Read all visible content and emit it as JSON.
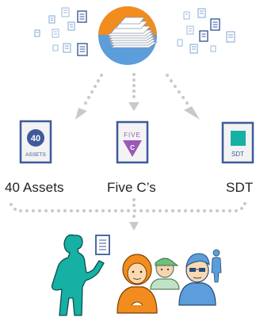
{
  "frameworks": [
    {
      "id": "forty-assets",
      "label": "40 Assets",
      "icon_number": "40",
      "icon_caption": "ASSETS"
    },
    {
      "id": "five-cs",
      "label": "Five C’s",
      "icon_title": "FIVE",
      "icon_letter": "C"
    },
    {
      "id": "sdt",
      "label": "SDT",
      "icon_caption": "SDT"
    }
  ],
  "colors": {
    "orange": "#f28c1e",
    "blue": "#5c9ddb",
    "navy": "#3d5a9a",
    "teal": "#16b0a4",
    "purple": "#9b59b6",
    "dots": "#c9c9c9"
  }
}
